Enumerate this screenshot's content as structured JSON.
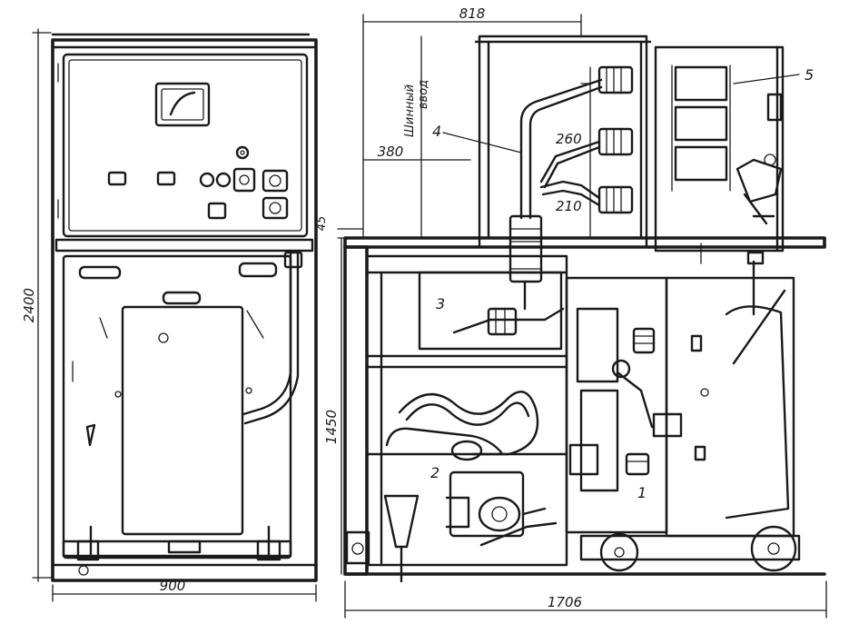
{
  "front_view": {
    "height_dim": "2400",
    "width_dim": "900"
  },
  "side_view": {
    "top_width_dim": "818",
    "busbar_label_line1": "Шинный",
    "busbar_label_line2": "ввод",
    "dim_380": "380",
    "dim_260": "260",
    "dim_210": "210",
    "dim_45": "45",
    "dim_1450": "1450",
    "total_width_dim": "1706",
    "callouts": [
      "1",
      "2",
      "3",
      "4",
      "5"
    ]
  }
}
